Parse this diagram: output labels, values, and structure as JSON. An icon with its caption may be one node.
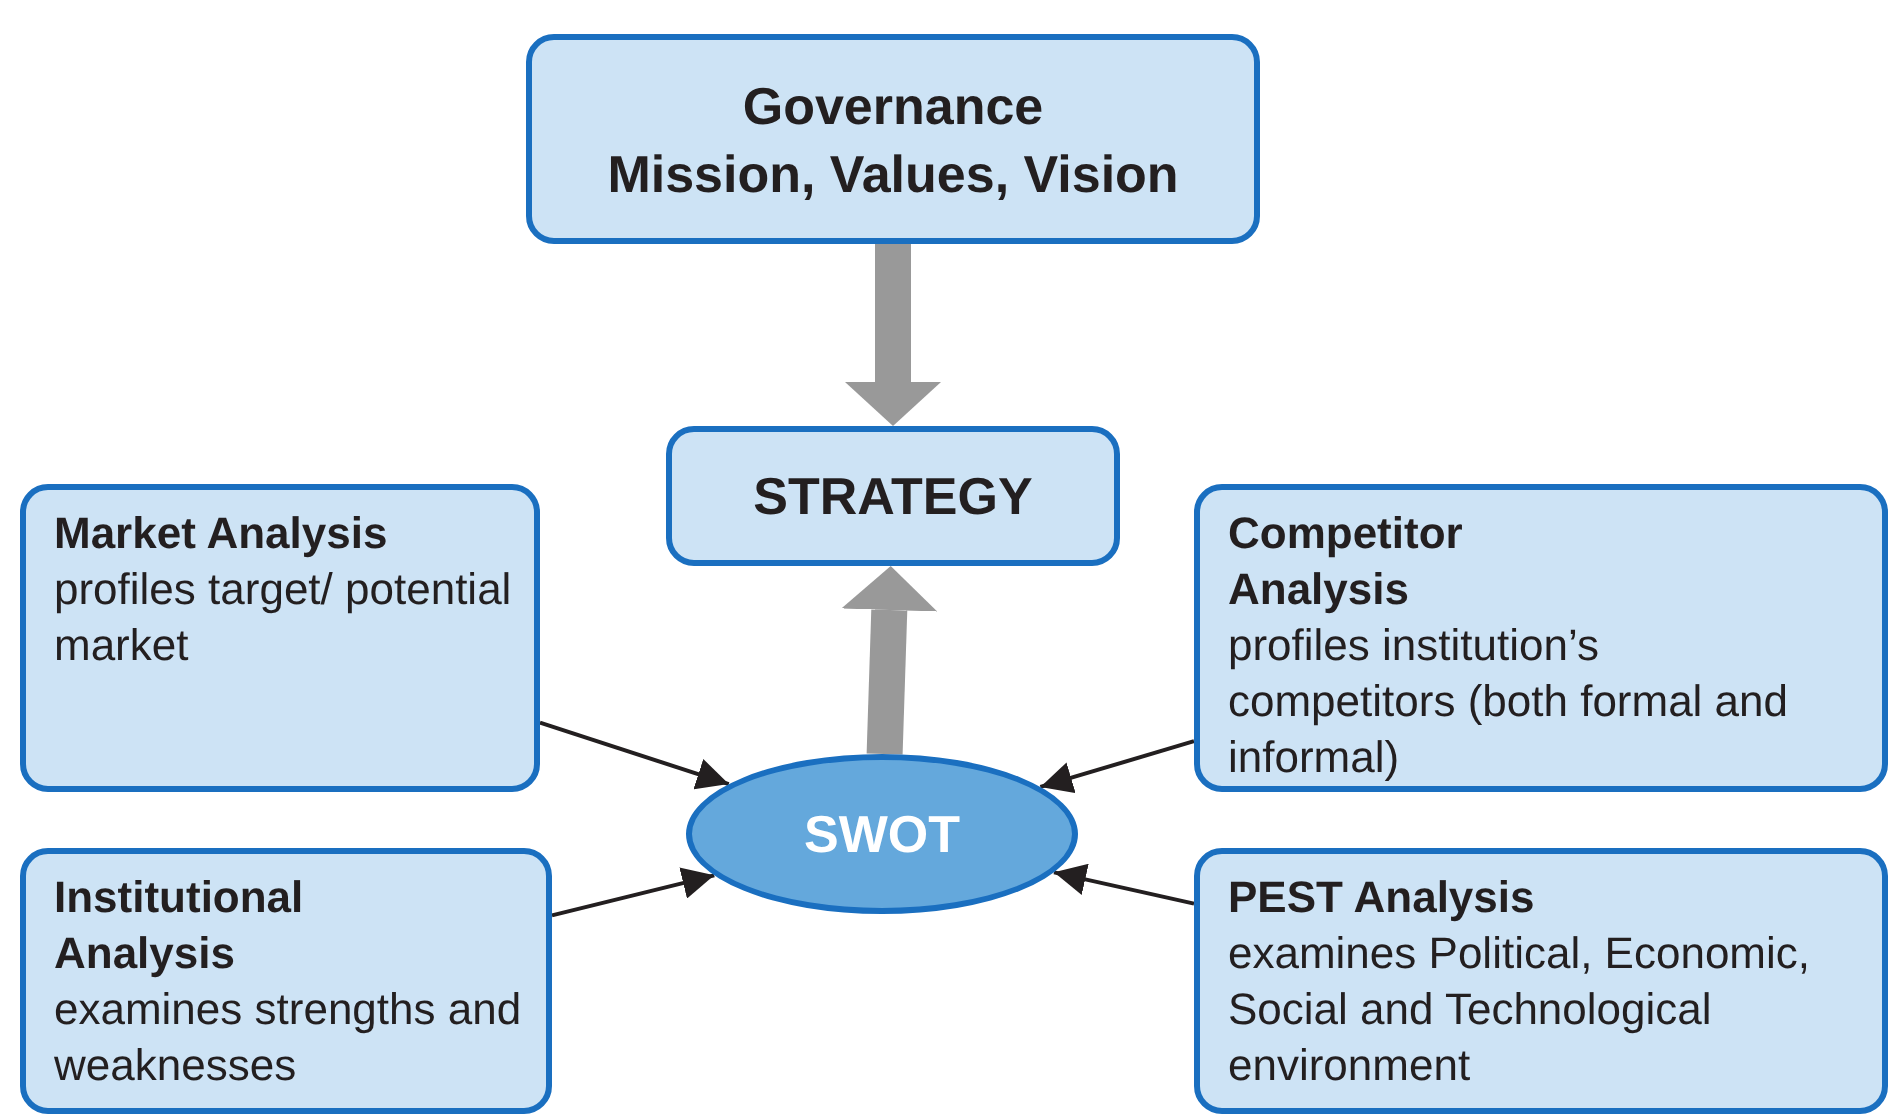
{
  "diagram": {
    "nodes": [
      {
        "text": [
          "Governance",
          "Mission, Values, Vision"
        ]
      },
      {
        "text": [
          "STRATEGY"
        ]
      },
      {
        "text": [
          "Market Analysis",
          "profiles target/ potential market"
        ]
      },
      {
        "text": [
          "Competitor Analysis",
          "profiles institution’s competitors (both formal and informal)"
        ]
      },
      {
        "text": [
          "SWOT"
        ]
      },
      {
        "text": [
          "Institutional Analysis",
          "examines strengths and weaknesses"
        ]
      },
      {
        "text": [
          "PEST Analysis",
          "examines Political, Economic, Social and Technological environment"
        ]
      }
    ],
    "edges": [
      {
        "from": 0,
        "to": 1,
        "arrow": "to",
        "style": "thick",
        "color": "#999999"
      },
      {
        "from": 4,
        "to": 1,
        "arrow": "to",
        "style": "thick",
        "color": "#999999"
      },
      {
        "from": 2,
        "to": 4,
        "arrow": "to"
      },
      {
        "from": 3,
        "to": 4,
        "arrow": "to"
      },
      {
        "from": 5,
        "to": 4,
        "arrow": "to"
      },
      {
        "from": 6,
        "to": 4,
        "arrow": "to"
      }
    ]
  }
}
